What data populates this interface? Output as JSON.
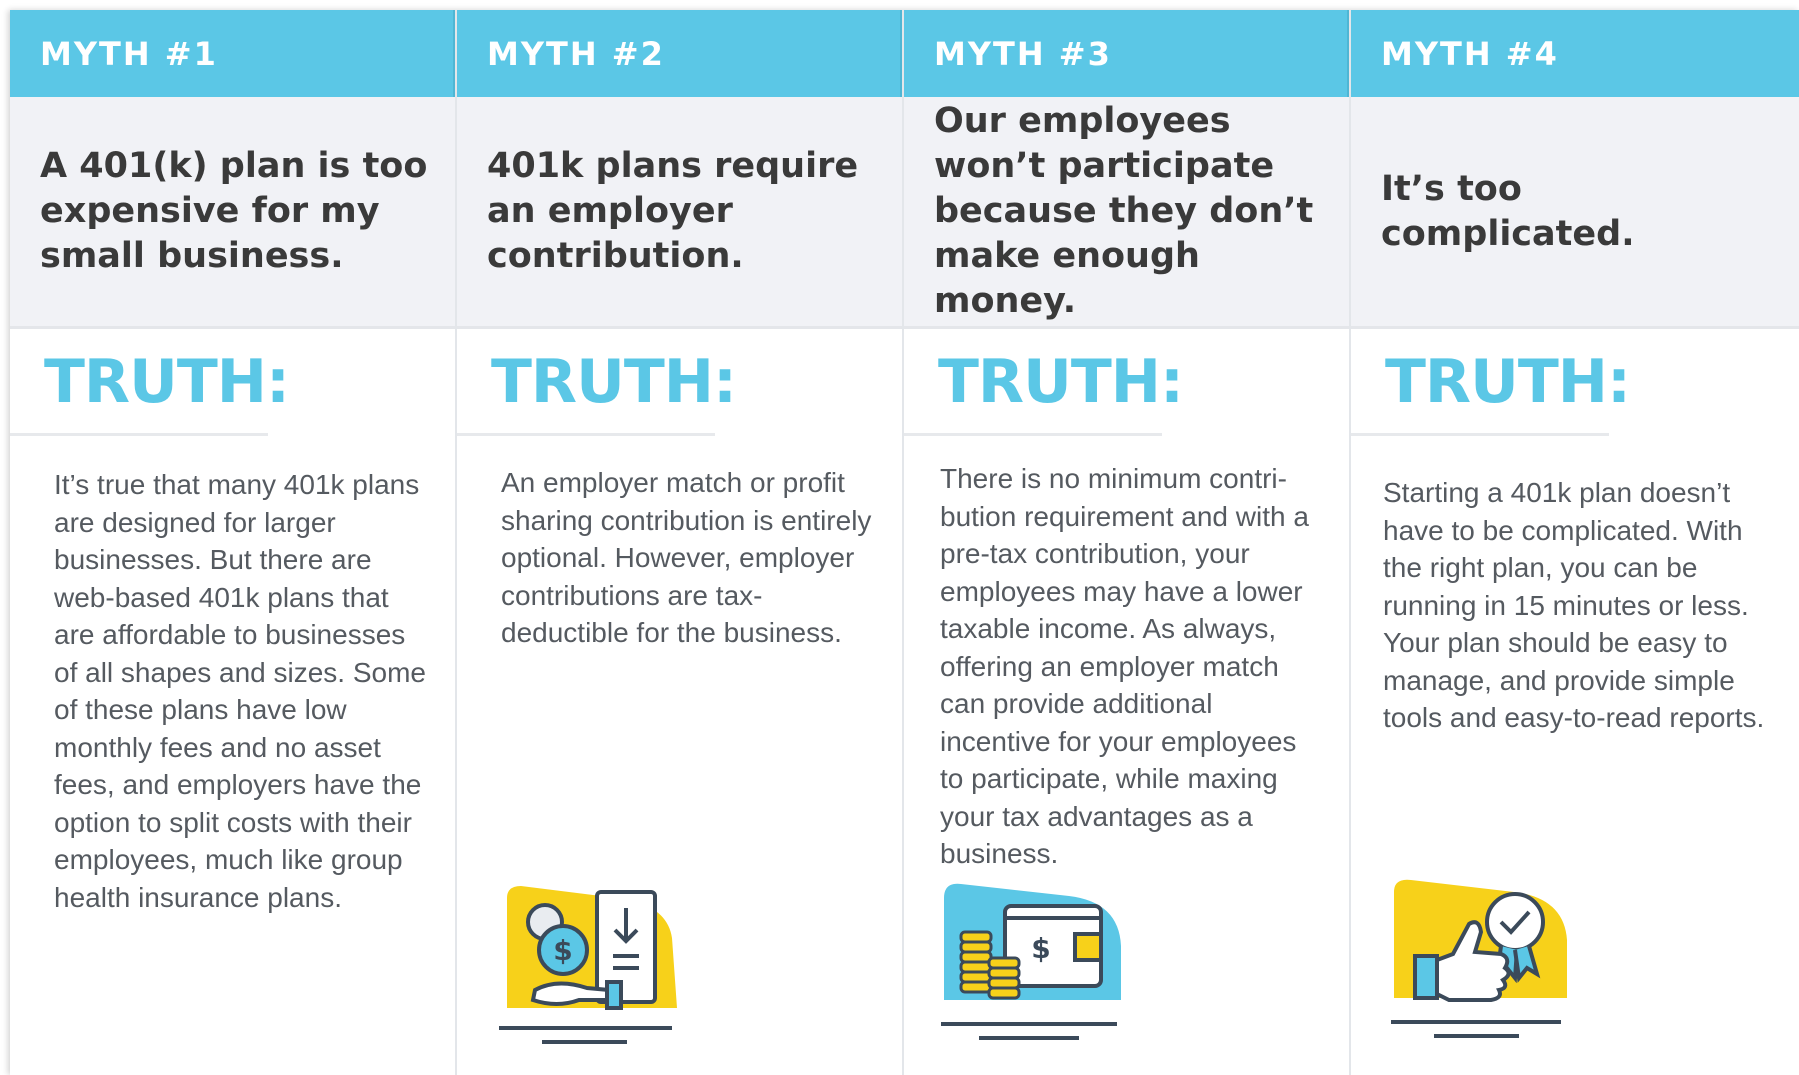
{
  "columns": [
    {
      "myth_label": "MYTH #1",
      "myth_text": "A 401(k) plan is too expensive for my small business.",
      "truth_label": "TRUTH:",
      "truth_text": "It’s true that many 401k plans are designed for larger businesses. But there are web-based 401k plans that are affordable to businesses of all shapes and sizes. Some of these plans have low monthly fees and no asset fees, and employers have the option to split costs with their employees, much like group health insurance plans."
    },
    {
      "myth_label": "MYTH #2",
      "myth_text": "401k plans require an employer contribution.",
      "truth_label": "TRUTH:",
      "truth_text": "An employer match or profit sharing contribution is entirely optional. However, employer contributions are tax-deductible for the business.",
      "icon": "hand-receiving-money-icon"
    },
    {
      "myth_label": "MYTH #3",
      "myth_text": "Our employees won’t participate because they don’t make enough money.",
      "truth_label": "TRUTH:",
      "truth_text": "There is no minimum contri-bution requirement and with a pre-tax contribution, your employees may have a lower taxable income. As always, offering an employer match can provide additional incentive for your employees to participate, while maxing your tax advantages as a business.",
      "icon": "wallet-coins-icon"
    },
    {
      "myth_label": "MYTH #4",
      "myth_text": "It’s too complicated.",
      "truth_label": "TRUTH:",
      "truth_text": "Starting a 401k plan doesn’t have to be complicated. With the right plan, you can be running in 15 minutes or less. Your plan should be easy to manage, and provide simple tools and easy-to-read reports.",
      "icon": "thumbs-up-badge-icon"
    }
  ],
  "colors": {
    "accent": "#5bc7e6",
    "myth_bg": "#f1f2f6",
    "illustration_yellow": "#f7d11a",
    "illustration_line": "#3b4a5a"
  }
}
